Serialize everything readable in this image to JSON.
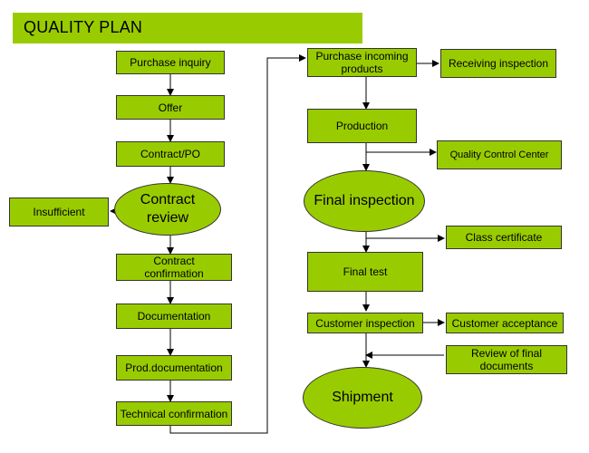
{
  "title": "QUALITY PLAN",
  "colors": {
    "box_fill": "#99cc00",
    "border": "#333333"
  },
  "left_column": {
    "purchase_inquiry": "Purchase inquiry",
    "offer": "Offer",
    "contract_po": "Contract/PO",
    "contract_review_line1": "Contract",
    "contract_review_line2": "review",
    "insufficient": "Insufficient",
    "contract_confirmation_line1": "Contract",
    "contract_confirmation_line2": "confirmation",
    "documentation": "Documentation",
    "prod_documentation": "Prod.documentation",
    "technical_confirmation": "Technical confirmation"
  },
  "right_column": {
    "purchase_incoming_line1": "Purchase incoming",
    "purchase_incoming_line2": "products",
    "receiving_inspection": "Receiving inspection",
    "production": "Production",
    "quality_control_center": "Quality Control Center",
    "final_inspection": "Final inspection",
    "class_certificate": "Class certificate",
    "final_test": "Final test",
    "customer_inspection": "Customer inspection",
    "customer_acceptance": "Customer acceptance",
    "review_final_line1": "Review of final",
    "review_final_line2": "documents",
    "shipment": "Shipment"
  }
}
